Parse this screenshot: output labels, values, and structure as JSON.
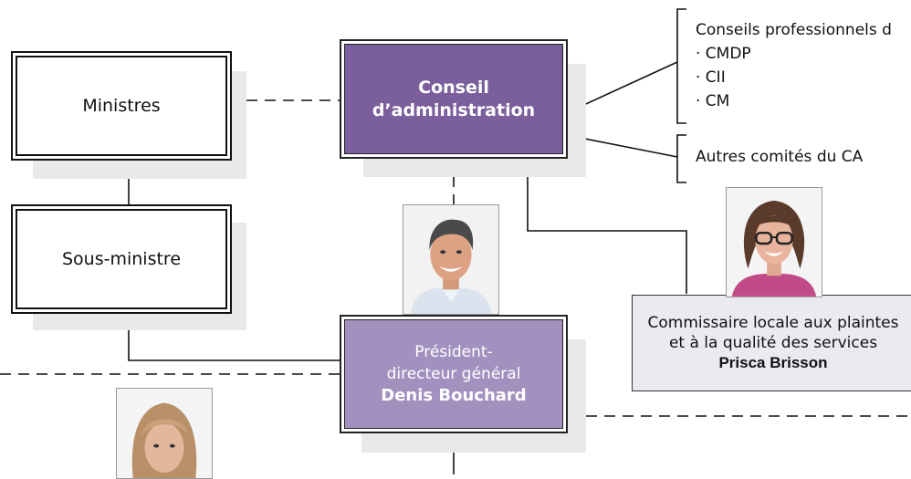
{
  "boxes": {
    "ministres": "Ministres",
    "sous_ministre": "Sous-ministre",
    "conseil_line1": "Conseil",
    "conseil_line2": "d’administration",
    "pdg_line1": "Président-",
    "pdg_line2": "directeur général",
    "pdg_name": "Denis Bouchard",
    "commissaire_line1": "Commissaire locale aux plaintes",
    "commissaire_line2": "et à la qualité des services",
    "commissaire_name": "Prisca Brisson"
  },
  "councils": {
    "heading": "Conseils professionnels d",
    "items": [
      "· CMDP",
      "· CII",
      "· CM"
    ],
    "other_committees": "Autres comités du CA"
  },
  "photos": [
    {
      "name": "photo-denis-bouchard",
      "icon": "man-portrait"
    },
    {
      "name": "photo-prisca-brisson",
      "icon": "woman-portrait"
    },
    {
      "name": "photo-partial-woman",
      "icon": "woman-portrait"
    }
  ],
  "colors": {
    "conseil_fill": "#7a5f9c",
    "pdg_fill": "#a291bf",
    "commissaire_fill": "#eceaf1",
    "line": "#111111"
  }
}
